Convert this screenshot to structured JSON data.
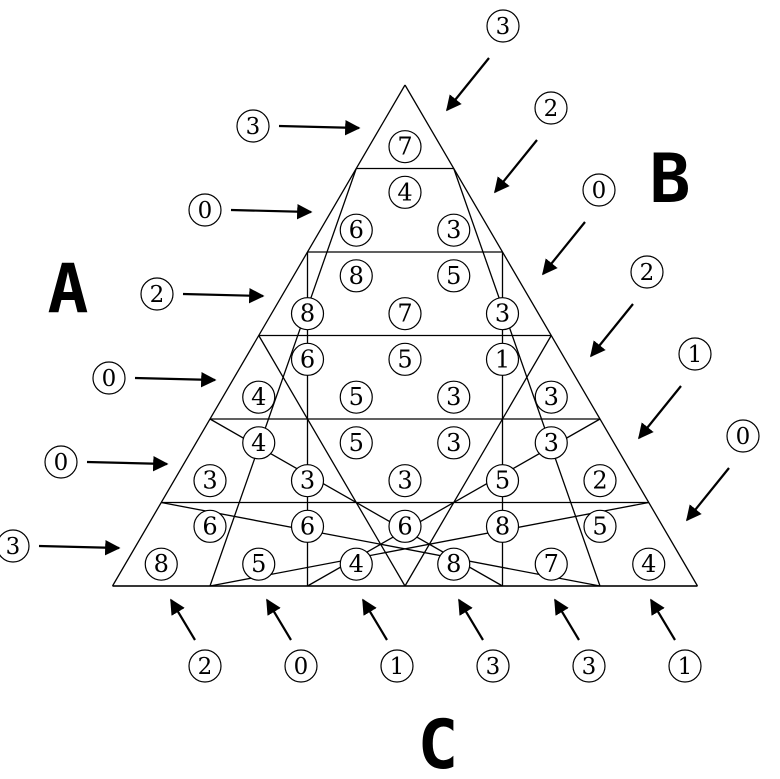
{
  "side_labels": {
    "a": "A",
    "b": "B",
    "c": "C"
  },
  "rows": [
    {
      "up": [
        "7"
      ],
      "down": []
    },
    {
      "up": [
        "6",
        "3"
      ],
      "down": [
        "4"
      ]
    },
    {
      "up": [
        "8",
        "7",
        "3"
      ],
      "down": [
        "8",
        "5"
      ]
    },
    {
      "up": [
        "4",
        "5",
        "3",
        "3"
      ],
      "down": [
        "6",
        "5",
        "1"
      ]
    },
    {
      "up": [
        "3",
        "3",
        "3",
        "5",
        "2"
      ],
      "down": [
        "4",
        "5",
        "3",
        "3"
      ]
    },
    {
      "up": [
        "8",
        "5",
        "4",
        "8",
        "7",
        "4"
      ],
      "down": [
        "6",
        "6",
        "6",
        "8",
        "5"
      ]
    }
  ],
  "clues_a": [
    "3",
    "0",
    "2",
    "0",
    "0",
    "3"
  ],
  "clues_b": [
    "3",
    "2",
    "0",
    "2",
    "1",
    "0"
  ],
  "clues_c": [
    "2",
    "0",
    "1",
    "3",
    "3",
    "1"
  ]
}
